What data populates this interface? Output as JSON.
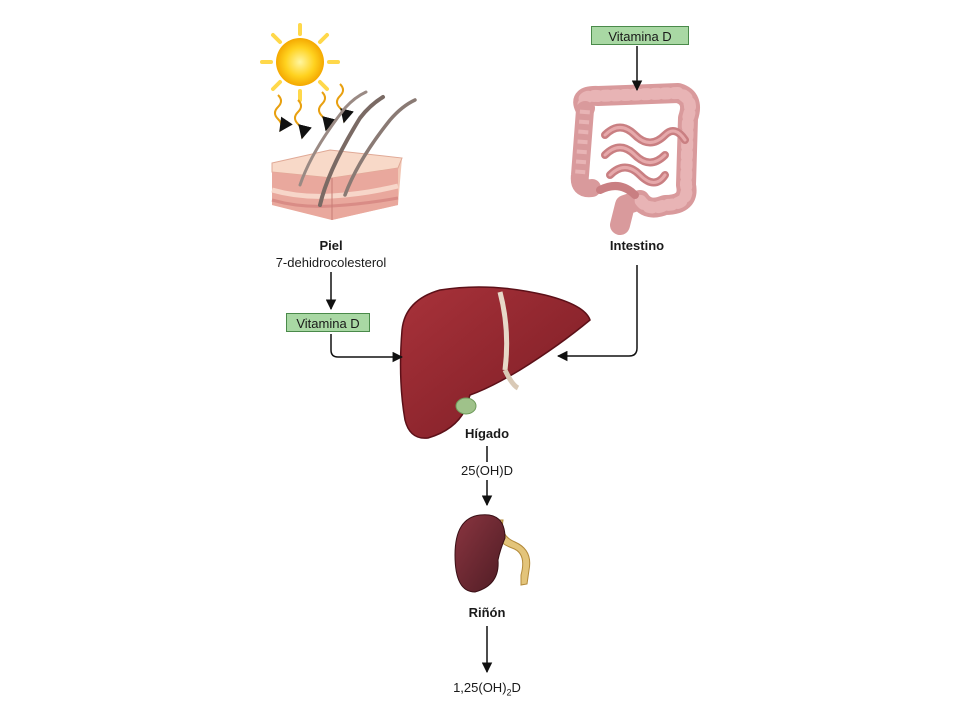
{
  "skin": {
    "title": "Piel",
    "subtitle": "7-dehidrocolesterol"
  },
  "intestine": {
    "title": "Intestino"
  },
  "vitamin_box_top": "Vitamina D",
  "vitamin_box_left": "Vitamina D",
  "liver": {
    "title": "Hígado",
    "product": "25(OH)D"
  },
  "kidney": {
    "title": "Riñón",
    "product_main": "1,25(OH)",
    "product_sub": "2",
    "product_tail": "D"
  }
}
